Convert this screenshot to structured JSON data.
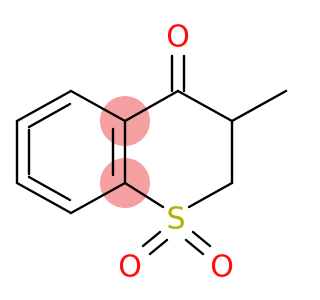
{
  "molecule": {
    "atoms": [
      {
        "id": "O-ketone",
        "symbol": "O",
        "color": "#ff0d0d"
      },
      {
        "id": "S",
        "symbol": "S",
        "color": "#b2b200"
      },
      {
        "id": "O-sulfonyl-left",
        "symbol": "O",
        "color": "#ff0d0d"
      },
      {
        "id": "O-sulfonyl-right",
        "symbol": "O",
        "color": "#ff0d0d"
      }
    ],
    "highlighted_atoms": [
      "C4a",
      "C8a"
    ],
    "highlight_color": "#f4a0a0",
    "bond_color": "#000000"
  }
}
